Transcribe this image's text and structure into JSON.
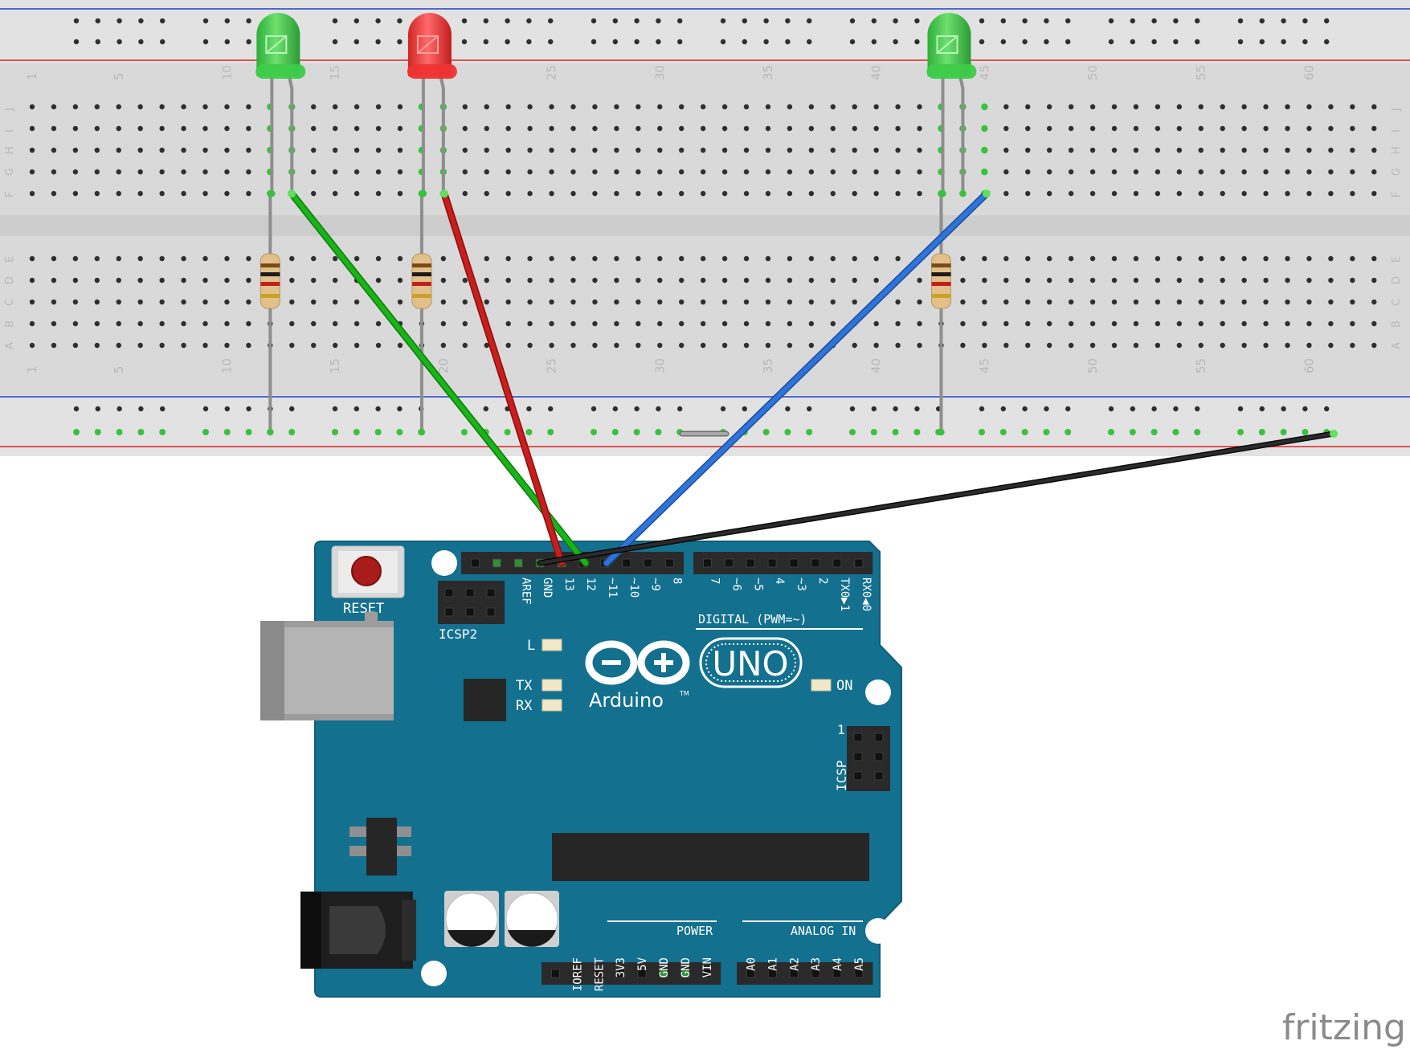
{
  "breadboard": {
    "column_labels": [
      "1",
      "5",
      "10",
      "15",
      "20",
      "25",
      "30",
      "35",
      "40",
      "45",
      "50",
      "55",
      "60"
    ],
    "row_labels_top": [
      "J",
      "I",
      "H",
      "G",
      "F"
    ],
    "row_labels_bottom": [
      "E",
      "D",
      "C",
      "B",
      "A"
    ]
  },
  "arduino": {
    "reset_label": "RESET",
    "icsp2_label": "ICSP2",
    "icsp_label": "ICSP",
    "icsp_pin1": "1",
    "led_l": "L",
    "led_tx": "TX",
    "led_rx": "RX",
    "led_on": "ON",
    "logo_text": "Arduino",
    "logo_tm": "TM",
    "uno_text": "UNO",
    "digital_title": "DIGITAL (PWM=~)",
    "power_title": "POWER",
    "analog_title": "ANALOG IN",
    "digital_pins": [
      "AREF",
      "GND",
      "13",
      "12",
      "~11",
      "~10",
      "~9",
      "8",
      "7",
      "~6",
      "~5",
      "4",
      "~3",
      "2",
      "TX0▶1",
      "RX0◀0"
    ],
    "power_pins": [
      "IOREF",
      "RESET",
      "3V3",
      "5V",
      "GND",
      "GND",
      "VIN"
    ],
    "analog_pins": [
      "A0",
      "A1",
      "A2",
      "A3",
      "A4",
      "A5"
    ]
  },
  "components": {
    "leds": [
      {
        "color": "#3dcc4a"
      },
      {
        "color": "#ee3333"
      },
      {
        "color": "#3dcc4a"
      }
    ],
    "wire_colors": {
      "green": "#18b418",
      "red": "#c81e1e",
      "blue": "#2f74d9",
      "black": "#1a1a1a"
    }
  },
  "watermark": "fritzing"
}
